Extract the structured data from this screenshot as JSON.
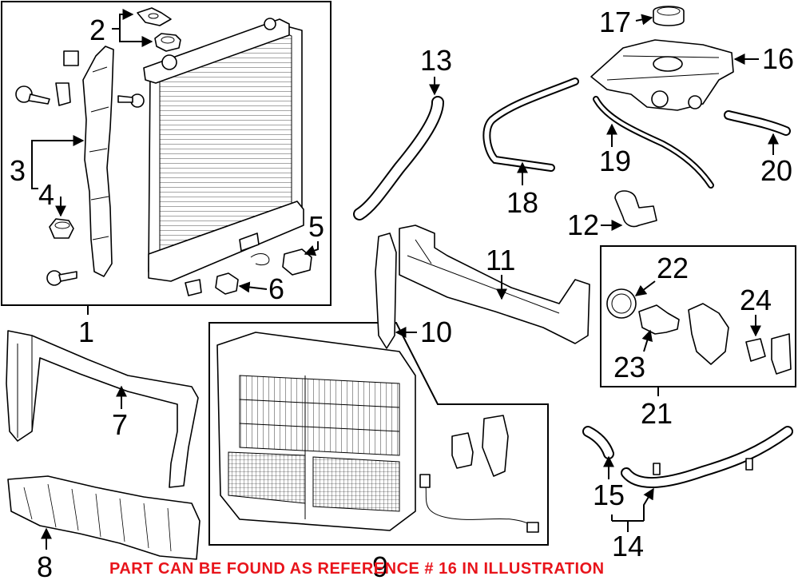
{
  "callouts": {
    "c1": "1",
    "c2": "2",
    "c3": "3",
    "c4": "4",
    "c5": "5",
    "c6": "6",
    "c7": "7",
    "c8": "8",
    "c9": "9",
    "c10": "10",
    "c11": "11",
    "c12": "12",
    "c13": "13",
    "c14": "14",
    "c15": "15",
    "c16": "16",
    "c17": "17",
    "c18": "18",
    "c19": "19",
    "c20": "20",
    "c21": "21",
    "c22": "22",
    "c23": "23",
    "c24": "24"
  },
  "note": {
    "text": "PART CAN BE FOUND AS REFERENCE # 16 IN ILLUSTRATION",
    "color": "#e8141b"
  }
}
